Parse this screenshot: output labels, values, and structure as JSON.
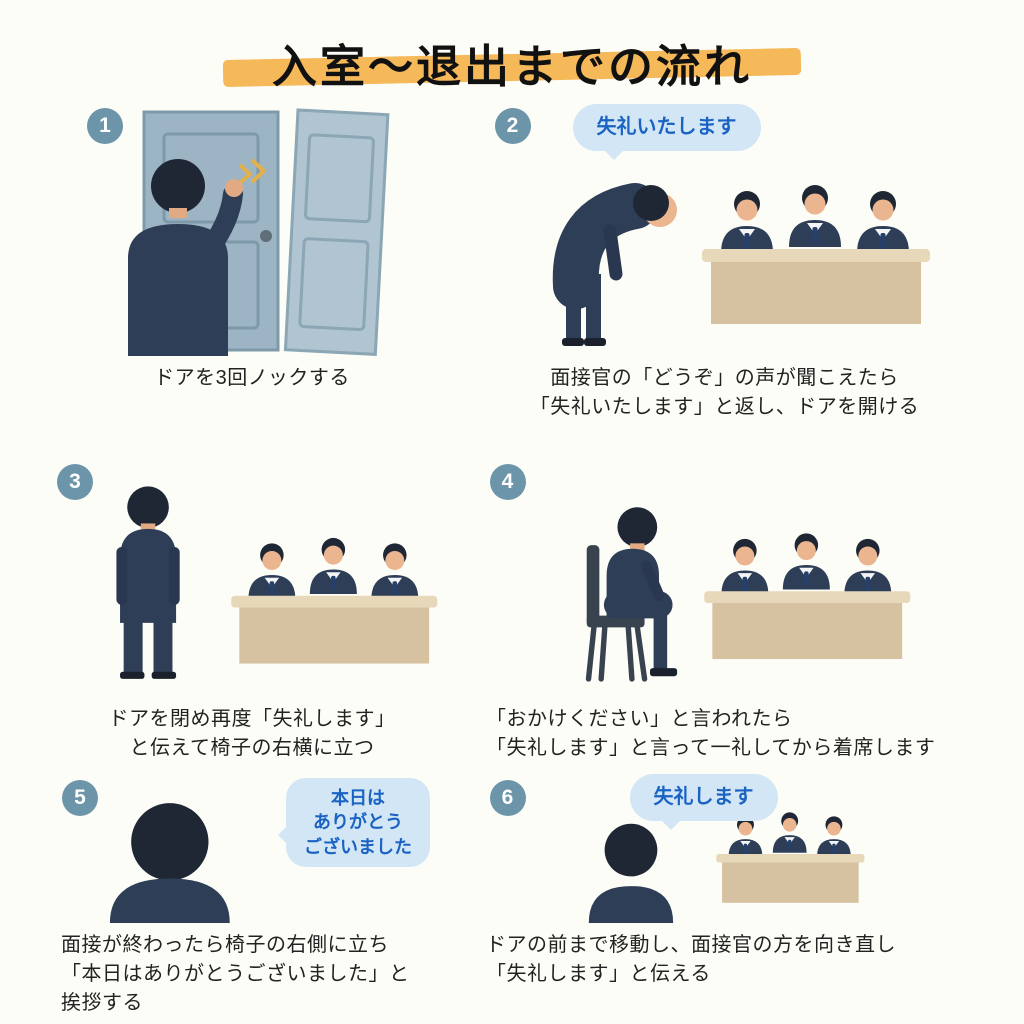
{
  "title": {
    "text": "入室〜退出までの流れ"
  },
  "colors": {
    "background": "#fdfdf7",
    "highlight": "#f5b95a",
    "badge": "#6d95aa",
    "bubble_bg": "#d2e6f5",
    "bubble_text": "#1b63c3",
    "suit": "#2f3e57",
    "skin": "#eab58f",
    "desk": "#d6c2a0",
    "door": "#9cb4c3"
  },
  "steps": [
    {
      "number": "1",
      "illustration": "knock-door",
      "caption": "ドアを3回ノックする"
    },
    {
      "number": "2",
      "illustration": "bow-greeting",
      "bubble": "失礼いたします",
      "caption": "面接官の「どうぞ」の声が聞こえたら\n「失礼いたします」と返し、ドアを開ける"
    },
    {
      "number": "3",
      "illustration": "stand-by-chair",
      "caption": "ドアを閉め再度「失礼します」\nと伝えて椅子の右横に立つ"
    },
    {
      "number": "4",
      "illustration": "sit-down",
      "caption": "「おかけください」と言われたら\n「失礼します」と言って一礼してから着席します"
    },
    {
      "number": "5",
      "illustration": "thank-you",
      "bubble": "本日は\nありがとう\nございました",
      "caption": "面接が終わったら椅子の右側に立ち\n「本日はありがとうございました」と\n挨拶する"
    },
    {
      "number": "6",
      "illustration": "final-bow",
      "bubble": "失礼します",
      "caption": "ドアの前まで移動し、面接官の方を向き直し\n「失礼します」と伝える"
    }
  ]
}
